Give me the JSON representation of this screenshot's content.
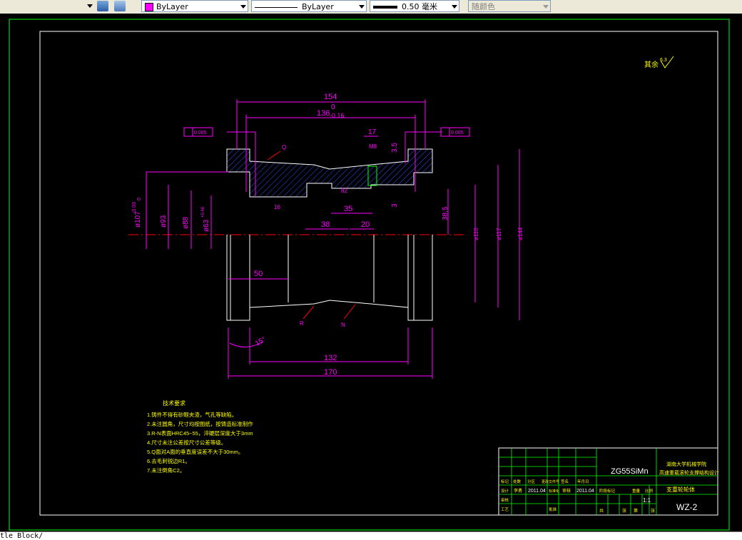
{
  "toolbar": {
    "color_control": "ByLayer",
    "linetype_control": "ByLayer",
    "lineweight_control": "0.50 毫米",
    "plotstyle_control": "随颜色"
  },
  "drawing": {
    "roughness_note": "其余",
    "roughness_value": "6.3",
    "dims": {
      "d154": "154",
      "d136": "136",
      "d136_upper": "0",
      "d136_lower": "-0.16",
      "d17": "17",
      "d35v": "3.5",
      "m8": "M8",
      "d3": "3",
      "d35": "35",
      "d385": "38.5",
      "d38": "38",
      "d20": "20",
      "d50": "50",
      "d132": "132",
      "d170": "170",
      "d15": "15°",
      "phi107": "ø107",
      "phi107_tol": "-0.03",
      "phi107_tol2": "0",
      "phi93": "ø93",
      "phi88": "ø88",
      "phi63": "ø63",
      "phi63_tol": "+0.46",
      "phi110": "ø110",
      "phi117": "ø117",
      "phi144": "ø144",
      "d16": "16",
      "d82": "82",
      "tol_left": "0.005",
      "tol_right": "0.005",
      "label_q": "Q",
      "label_r": "R",
      "label_n": "N"
    },
    "notes": {
      "title": "技术要求",
      "lines": [
        "1.铸件不得有砂眼夹渣，气孔等缺陷。",
        "2.未注圆角，尺寸均按图纸，按铸造标准制作",
        "3.R-N表面HRC45~55，淬硬层深度大于3mm",
        "4.尺寸未注公差按尺寸公差等级。",
        "5.Q面对A面的垂直度误差不大于30mm。",
        "6.去毛刺锐边R1。",
        "7.未注倒角C2。"
      ]
    },
    "title_block": {
      "material": "ZG55SiMn",
      "company_line1": "湖南大学机械学院",
      "company_line2": "高速重载滚轮支撑结构设计",
      "part_name": "支重轮轮体",
      "drawing_no": "WZ-2",
      "scale": "1:1",
      "date1": "2011.04",
      "date2": "2011.04",
      "sheet_labels": [
        "共",
        "张",
        "第",
        "张"
      ],
      "row_labels": [
        "标记",
        "处数",
        "分区",
        "更改文件号",
        "签名",
        "年月日"
      ],
      "role_labels": [
        "设计",
        "标准化",
        "审核",
        "工艺",
        "批准"
      ],
      "stage_labels": [
        "阶段标记",
        "重量",
        "比例"
      ],
      "signer1": "李勇",
      "signer2": "审核"
    }
  },
  "command_line": {
    "text": "tle Block/"
  }
}
